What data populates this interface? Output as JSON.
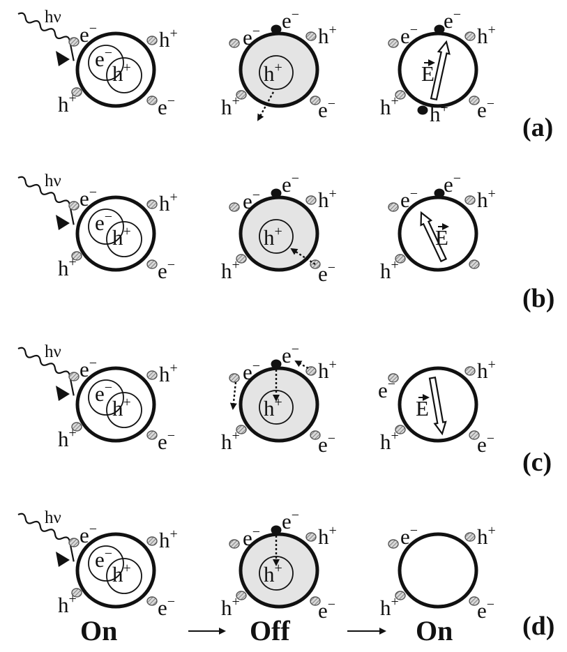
{
  "panel_labels": [
    "(a)",
    "(b)",
    "(c)",
    "(d)"
  ],
  "state_labels": [
    "On",
    "Off",
    "On"
  ],
  "symbols": {
    "photon": "hν",
    "electron_base": "e",
    "electron_sup": "−",
    "hole_base": "h",
    "hole_sup": "+",
    "field": "E"
  },
  "colors": {
    "ink": "#111111",
    "charged_fill": "#e4e4e4",
    "trap": "#9a9a9a"
  }
}
